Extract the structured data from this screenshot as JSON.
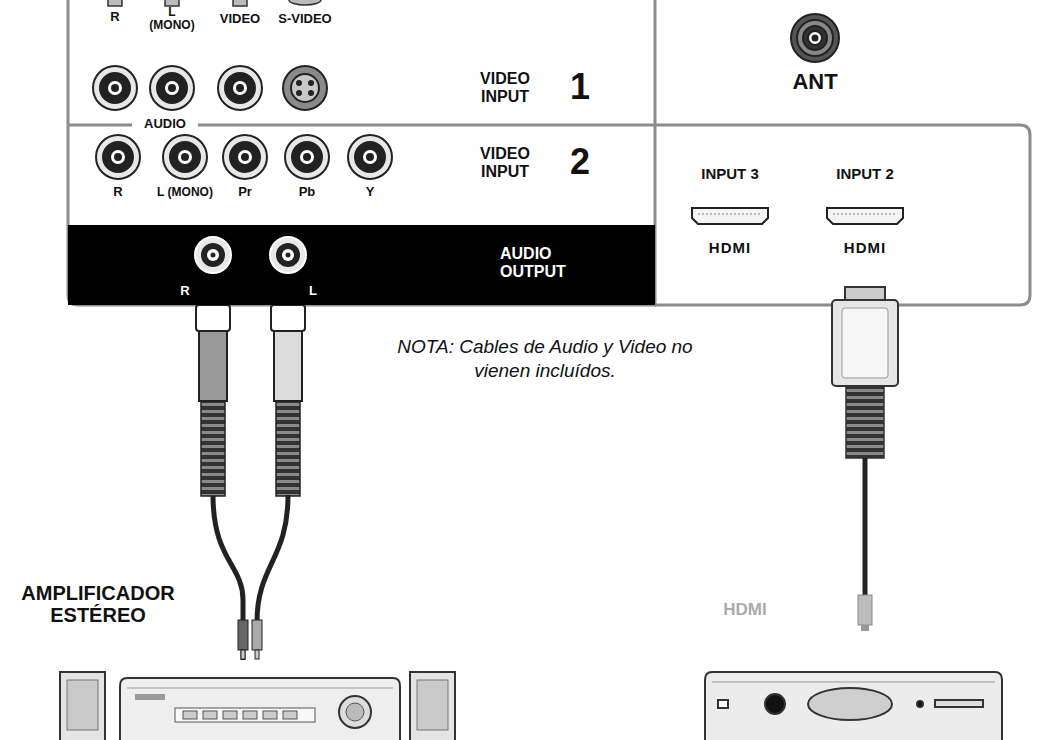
{
  "diagram": {
    "nodes": [
      {
        "text": [
          "AUDIO OUTPUT"
        ]
      },
      {
        "text": [
          "AMPLIFICADOR ESTÉREO"
        ]
      }
    ],
    "edges": [
      {
        "from": 0,
        "to": 1,
        "arrow": "none"
      }
    ],
    "labels": [
      "R",
      "L (MONO)",
      "VIDEO",
      "S-VIDEO",
      "VIDEO INPUT",
      "1",
      "ANT",
      "AUDIO",
      "R",
      "L (MONO)",
      "Pr",
      "Pb",
      "Y",
      "VIDEO INPUT",
      "2",
      "INPUT 3",
      "INPUT 2",
      "HDMI",
      "HDMI",
      "R",
      "L",
      "NOTA: Cables de Audio y Video no vienen incluídos.",
      "HDMI"
    ]
  }
}
